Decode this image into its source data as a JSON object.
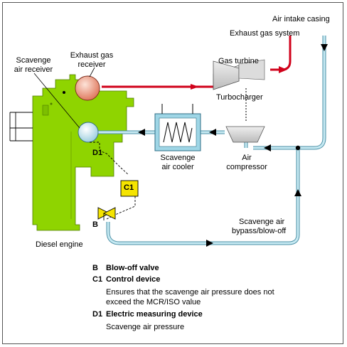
{
  "labels": {
    "air_intake_casing": "Air intake casing",
    "exhaust_gas_system": "Exhaust gas system",
    "exhaust_gas_receiver_1": "Exhaust gas",
    "exhaust_gas_receiver_2": "receiver",
    "scavenge_air_receiver_1": "Scavenge",
    "scavenge_air_receiver_2": "air receiver",
    "gas_turbine": "Gas turbine",
    "turbocharger": "Turbocharger",
    "scavenge_air_cooler_1": "Scavenge",
    "scavenge_air_cooler_2": "air cooler",
    "air_compressor_1": "Air",
    "air_compressor_2": "compressor",
    "bypass_1": "Scavenge air",
    "bypass_2": "bypass/blow-off",
    "diesel_engine": "Diesel engine",
    "tag_d1": "D1",
    "tag_c1": "C1",
    "tag_b": "B"
  },
  "legend": [
    {
      "key": "B",
      "title": "Blow-off valve",
      "desc": []
    },
    {
      "key": "C1",
      "title": "Control device",
      "desc": [
        "Ensures that the scavenge air pressure does not",
        "exceed the MCR/ISO value"
      ]
    },
    {
      "key": "D1",
      "title": "Electric measuring device",
      "desc": [
        "Scavenge air pressure"
      ]
    }
  ],
  "colors": {
    "engine": "#8fd400",
    "air_line": "#a8d8e4",
    "air_line_outline": "#4a8fa5",
    "exhaust_line": "#d0021b",
    "exhaust_receiver": "#f2a58a",
    "cooler": "#9fd6e6",
    "turbo": "#cfcfcf",
    "control_box": "#f5e400"
  }
}
